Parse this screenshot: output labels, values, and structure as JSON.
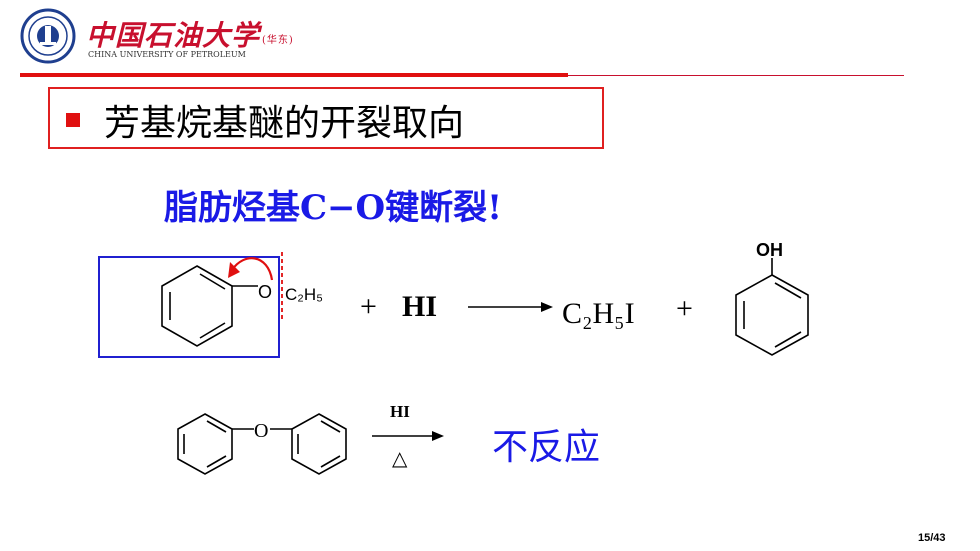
{
  "header": {
    "logo_cn": "中国石油大学",
    "logo_cn_sub": "(华东)",
    "logo_en": "CHINA UNIVERSITY OF PETROLEUM"
  },
  "title": "芳基烷基醚的开裂取向",
  "subtitle": "脂肪烃基C−O键断裂!",
  "reaction1": {
    "o_label": "O",
    "ethyl": "C₂H₅",
    "plus1": "+",
    "reagent": "HI",
    "product1": "C₂H₅I",
    "plus2": "+",
    "oh_label": "OH"
  },
  "reaction2": {
    "o_label": "O",
    "arrow_top": "HI",
    "arrow_bottom": "△",
    "result": "不反应"
  },
  "colors": {
    "accent_red": "#e01010",
    "accent_blue": "#1a1ae6"
  },
  "page": "15/43"
}
